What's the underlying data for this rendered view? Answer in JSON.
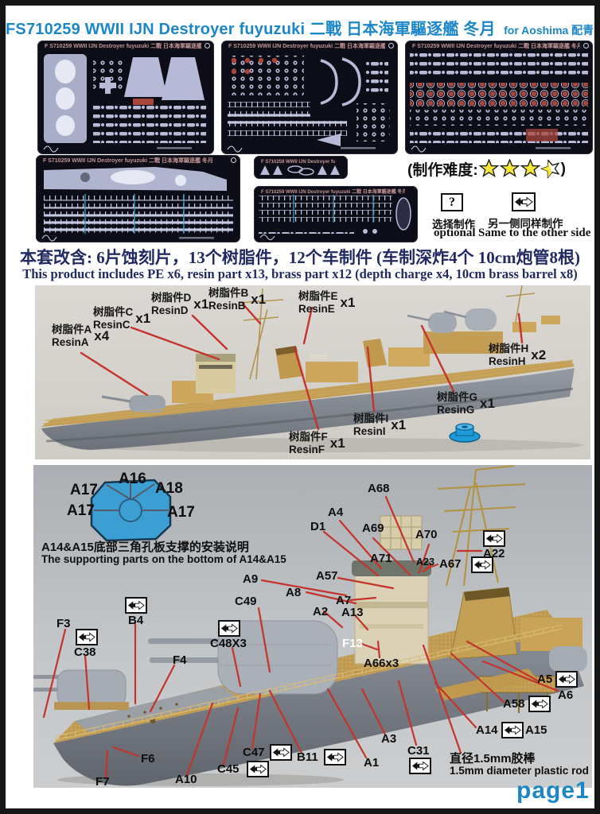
{
  "header": {
    "title": "FS710259 WWII IJN Destroyer fuyuzuki 二戰 日本海軍驅逐艦 冬月",
    "suffix": "for Aoshima 配青島社"
  },
  "pe_sheets": {
    "sheet_header": "F S710259 WWII IJN Destroyer fuyuzuki 二戰 日本海軍驅逐艦 冬月"
  },
  "difficulty": {
    "prefix": "(制作难度:",
    "suffix": ")",
    "stars_full": 3,
    "stars_half": 1
  },
  "legend": {
    "q": "?",
    "optional_zh": "选择制作",
    "optional_en": "optional",
    "mirror_zh": "另一侧同样制作",
    "mirror_en": "Same to the other side"
  },
  "description": {
    "zh": "本套改含: 6片蚀刻片，13个树脂件，12个车制件 (车制深炸4个 10cm炮管8根)",
    "en": "This product includes PE x6, resin part x13, brass part x12 (depth charge x4, 10cm brass barrel x8)"
  },
  "resin_photo": {
    "items": {
      "a": {
        "zh": "树脂件A",
        "en": "ResinA",
        "qty": "x4"
      },
      "b": {
        "zh": "树脂件B",
        "en": "ResinB",
        "qty": "x1"
      },
      "c": {
        "zh": "树脂件C",
        "en": "ResinC",
        "qty": "x1"
      },
      "d": {
        "zh": "树脂件D",
        "en": "ResinD",
        "qty": "x1"
      },
      "e": {
        "zh": "树脂件E",
        "en": "ResinE",
        "qty": "x1"
      },
      "f": {
        "zh": "树脂件F",
        "en": "ResinF",
        "qty": "x1"
      },
      "g": {
        "zh": "树脂件G",
        "en": "ResinG",
        "qty": "x1"
      },
      "h": {
        "zh": "树脂件H",
        "en": "ResinH",
        "qty": "x2"
      },
      "i": {
        "zh": "树脂件I",
        "en": "ResinI",
        "qty": "x1"
      }
    }
  },
  "assembly": {
    "diagram": {
      "a17_tl": "A17",
      "a16": "A16",
      "a18": "A18",
      "a17_l": "A17",
      "a17_r": "A17",
      "caption_zh": "A14&A15底部三角孔板支撑的安装说明",
      "caption_en": "The supporting parts on the bottom of A14&A15"
    },
    "callouts": {
      "a68": "A68",
      "a4": "A4",
      "d1": "D1",
      "a69": "A69",
      "a70": "A70",
      "a71": "A71",
      "a23": "A23",
      "a67": "A67",
      "a22": "A22",
      "a57": "A57",
      "a8": "A8",
      "a9": "A9",
      "c49": "C49",
      "a7": "A7",
      "a2": "A2",
      "a13": "A13",
      "f13": "F13",
      "a66": "A66x3",
      "f3": "F3",
      "c38": "C38",
      "b4": "B4",
      "f4": "F4",
      "c48": "C48X3",
      "f6": "F6",
      "f7": "F7",
      "a10": "A10",
      "c45": "C45",
      "c47": "C47",
      "b11": "B11",
      "a1": "A1",
      "a3": "A3",
      "c31": "C31",
      "a5": "A5",
      "a6": "A6",
      "a58": "A58",
      "a14": "A14",
      "a15": "A15"
    },
    "rod_zh": "直径1.5mm胶棒",
    "rod_en": "1.5mm diameter plastic rod"
  },
  "footer": {
    "page": "page1"
  },
  "colors": {
    "accent_blue": "#1b87c9",
    "description_navy": "#222a63",
    "callout_red": "#c5332b",
    "star_yellow": "#f6e73b",
    "diagram_blue": "#3b9fd4",
    "pe_sheet_bg": "#0d0d17",
    "pe_part_lavender": "#b6bad6",
    "brass": "#c6a056",
    "hull_gray": "#7f838b"
  }
}
